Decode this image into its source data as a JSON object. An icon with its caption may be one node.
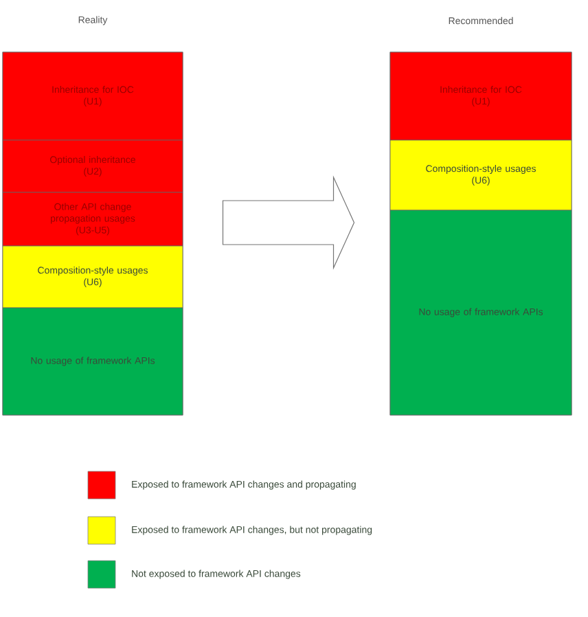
{
  "diagram": {
    "nodes": [
      {
        "text": [
          "Reality"
        ]
      },
      {
        "text": [
          "Inheritance for IOC",
          "(U1)"
        ],
        "in": 0
      },
      {
        "text": [
          "Optional inheritance",
          "(U2)"
        ],
        "in": 0
      },
      {
        "text": [
          "Other API change propagation usages",
          "(U3-U5)"
        ],
        "in": 0
      },
      {
        "text": [
          "Composition-style usages",
          "(U6)"
        ],
        "in": 0
      },
      {
        "text": [
          "No usage of framework APIs"
        ],
        "in": 0
      },
      {
        "text": [
          "Recommended"
        ]
      },
      {
        "text": [
          "Inheritance for IOC",
          "(U1)"
        ],
        "in": 6
      },
      {
        "text": [
          "Composition-style usages",
          "(U6)"
        ],
        "in": 6
      },
      {
        "text": [
          "No usage of framework APIs"
        ],
        "in": 6
      }
    ],
    "edges": [
      {
        "from": 0,
        "to": 6,
        "arrow": "to"
      }
    ],
    "legend": [
      {
        "text": "Exposed to framework API changes and propagating",
        "color": "#ff0000"
      },
      {
        "text": "Exposed to framework API changes, but not propagating",
        "color": "#ffff00"
      },
      {
        "text": "Not exposed to framework API changes",
        "color": "#00b050"
      }
    ]
  }
}
